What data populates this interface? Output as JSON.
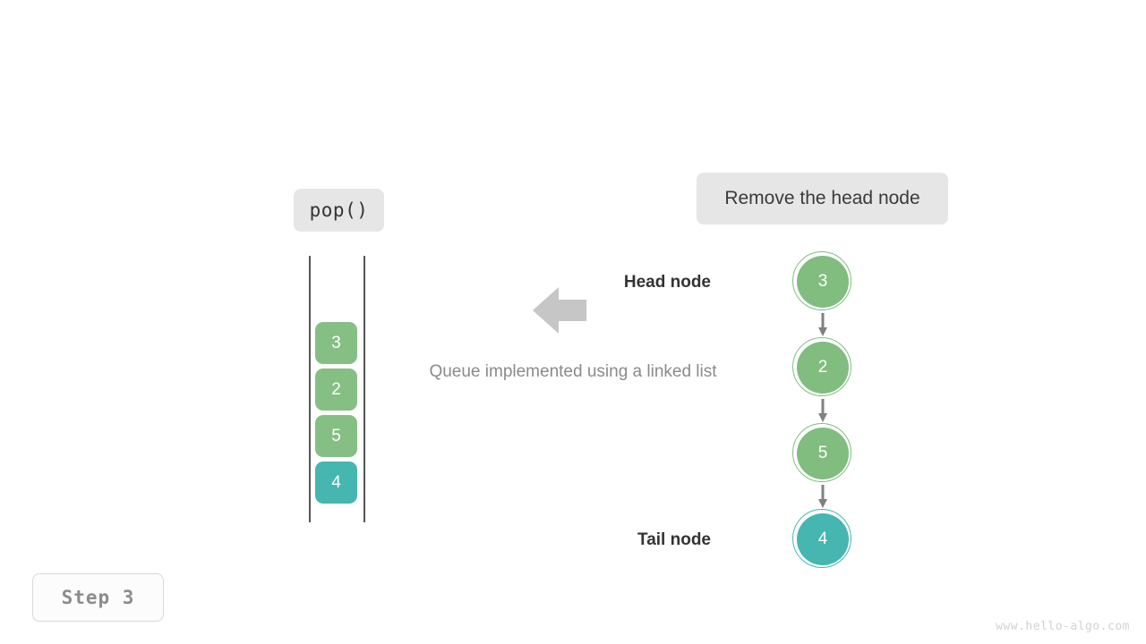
{
  "colors": {
    "node_green": "#80bd7f",
    "node_teal": "#45b6b0",
    "cell_green": "#86bf84",
    "cell_teal": "#45b6b0",
    "chip_bg": "#e6e6e6",
    "arrow_gray": "#c6c6c6",
    "connector_gray": "#808080",
    "rail_gray": "#555555",
    "caption_gray": "#8a8a8a",
    "watermark_gray": "#d2d2d2"
  },
  "operation": {
    "chip_label": "pop()"
  },
  "action": {
    "chip_label": "Remove the head node"
  },
  "caption": {
    "text": "Queue implemented using a linked list"
  },
  "step": {
    "badge_label": "Step 3"
  },
  "watermark": {
    "text": "www.hello-algo.com"
  },
  "queue_view": {
    "cells": [
      {
        "value": "3",
        "color": "#86bf84"
      },
      {
        "value": "2",
        "color": "#86bf84"
      },
      {
        "value": "5",
        "color": "#86bf84"
      },
      {
        "value": "4",
        "color": "#45b6b0"
      }
    ]
  },
  "list_view": {
    "head_label": "Head node",
    "tail_label": "Tail node",
    "nodes": [
      {
        "value": "3",
        "color": "#80bd7f",
        "role": "head"
      },
      {
        "value": "2",
        "color": "#80bd7f",
        "role": "middle"
      },
      {
        "value": "5",
        "color": "#80bd7f",
        "role": "middle"
      },
      {
        "value": "4",
        "color": "#45b6b0",
        "role": "tail"
      }
    ]
  },
  "flow_arrow": {
    "direction": "left"
  }
}
